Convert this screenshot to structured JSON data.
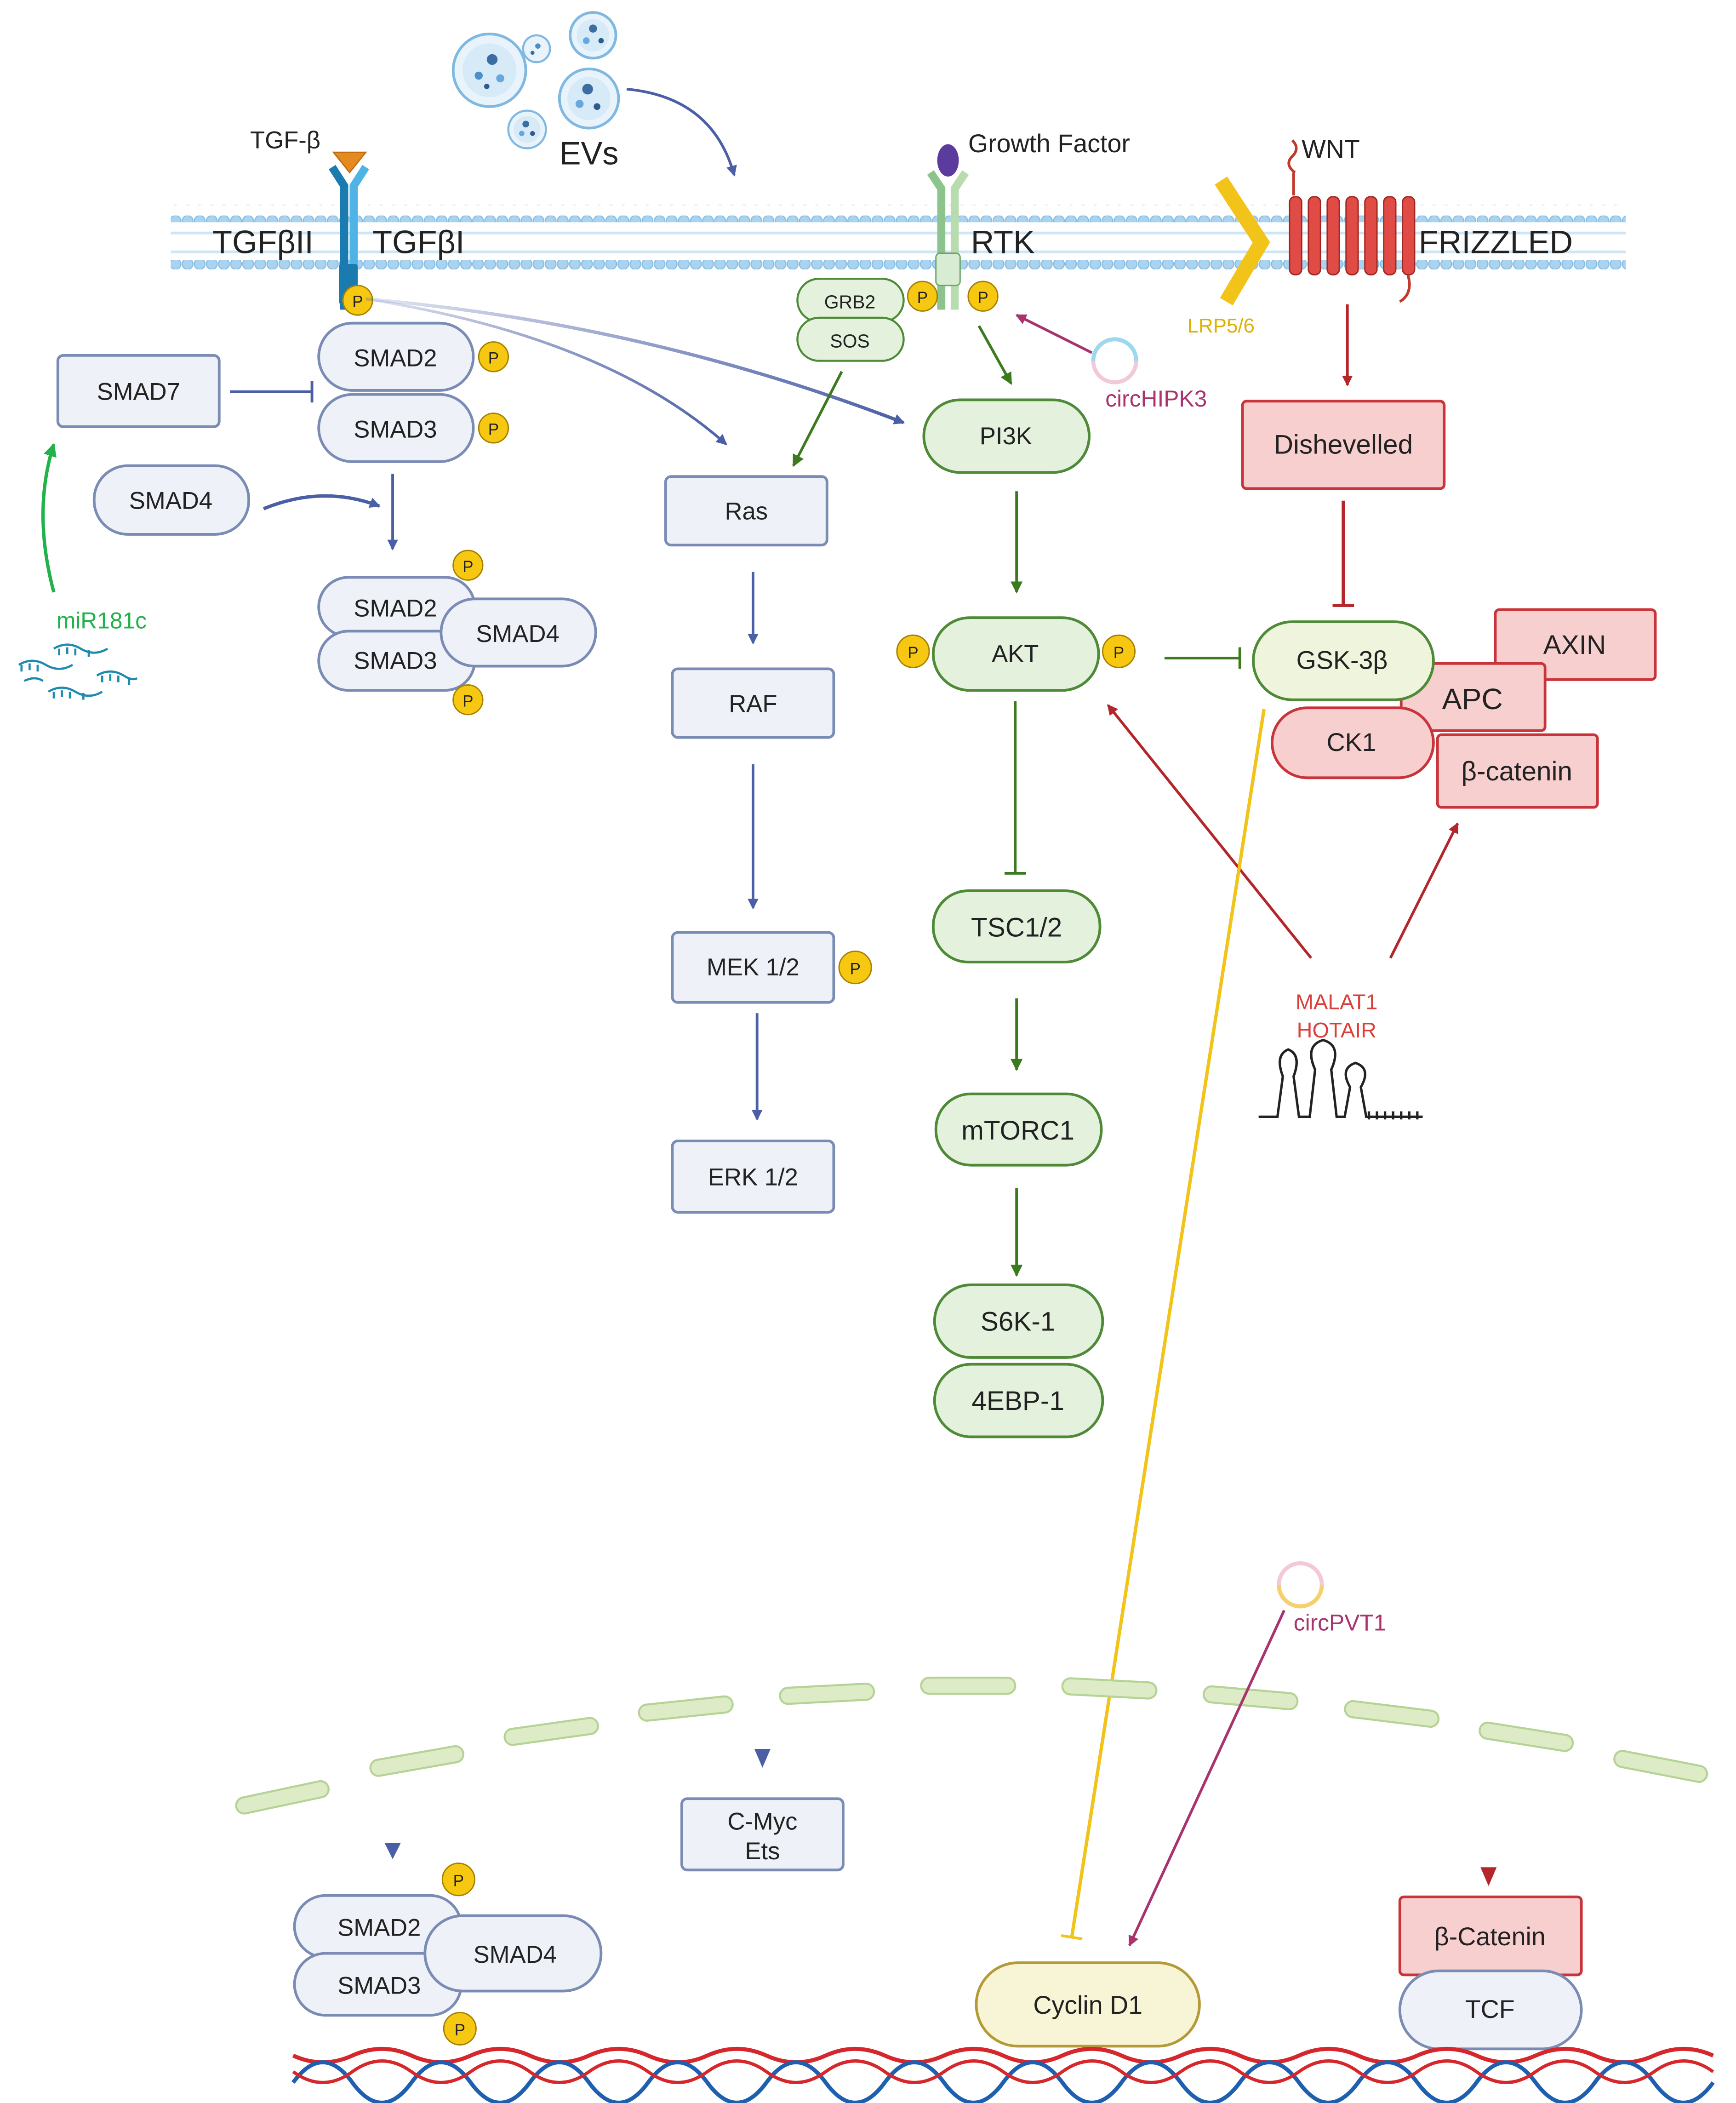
{
  "membrane": {
    "tgfb_ligand": "TGF-β",
    "evs": "EVs",
    "growth_factor": "Growth  Factor",
    "wnt": "WNT",
    "tgfb2": "TGFβII",
    "tgfb1": "TGFβI",
    "rtk": "RTK",
    "frizzled": "FRIZZLED",
    "lrp": "LRP5/6"
  },
  "tgf": {
    "smad7": "SMAD7",
    "smad2": "SMAD2",
    "smad3": "SMAD3",
    "smad4": "SMAD4",
    "mir181c": "miR181c"
  },
  "mapk": {
    "grb2": "GRB2",
    "sos": "SOS",
    "ras": "Ras",
    "raf": "RAF",
    "mek": "MEK 1/2",
    "erk": "ERK 1/2",
    "cmyc": "C-Myc",
    "ets": "Ets"
  },
  "pi3k": {
    "pi3k": "PI3K",
    "akt": "AKT",
    "tsc": "TSC1/2",
    "mtorc1": "mTORC1",
    "s6k": "S6K-1",
    "ebp": "4EBP-1",
    "circhipk3": "circHIPK3"
  },
  "wnt_path": {
    "dishevelled": "Dishevelled",
    "gsk": "GSK-3β",
    "axin": "AXIN",
    "apc": "APC",
    "ck1": "CK1",
    "bcatenin": "β-catenin",
    "malat1": "MALAT1",
    "hotair": "HOTAIR",
    "circpvt1": "circPVT1"
  },
  "nucleus": {
    "cyclin": "Cyclin D1",
    "bcatenin": "β-Catenin",
    "tcf": "TCF",
    "smad2": "SMAD2",
    "smad3": "SMAD3",
    "smad4": "SMAD4"
  },
  "p": "P",
  "colors": {
    "blue": "#4a5fa6",
    "green_dark": "#3c7a1e",
    "green_bright": "#22b24c",
    "red": "#b4262a",
    "yellow": "#f2c318",
    "purple": "#a8336e",
    "membrane": "#a9d3ef"
  }
}
